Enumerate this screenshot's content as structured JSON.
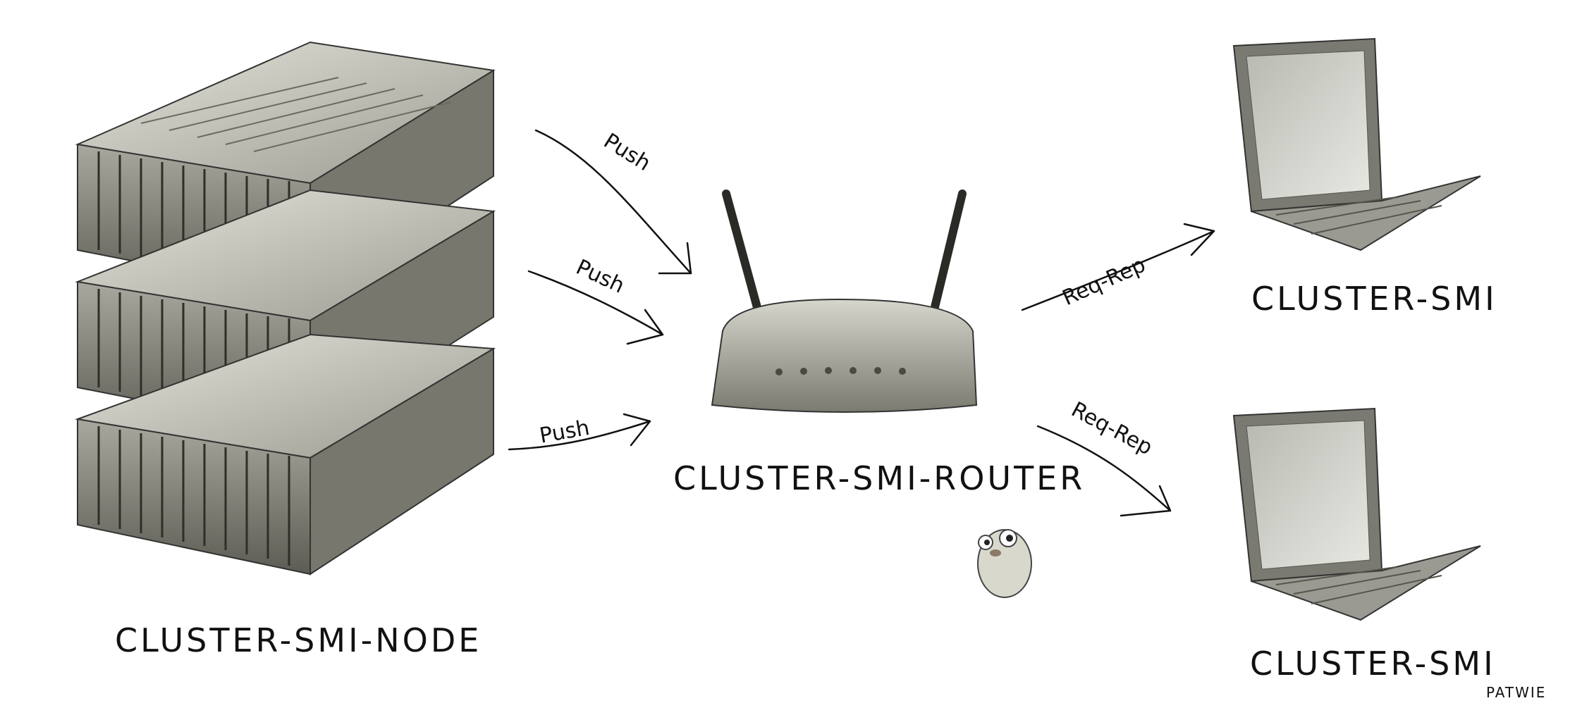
{
  "nodes": {
    "servers": {
      "label": "CLUSTER-SMI-NODE",
      "count": 3
    },
    "router": {
      "label": "CLUSTER-SMI-ROUTER"
    },
    "client_top": {
      "label": "CLUSTER-SMI"
    },
    "client_bottom": {
      "label": "CLUSTER-SMI"
    }
  },
  "edges": [
    {
      "from": "server-1",
      "to": "router",
      "label": "Push"
    },
    {
      "from": "server-2",
      "to": "router",
      "label": "Push"
    },
    {
      "from": "server-3",
      "to": "router",
      "label": "Push"
    },
    {
      "from": "router",
      "to": "client-top",
      "label": "Req-Rep"
    },
    {
      "from": "router",
      "to": "client-bottom",
      "label": "Req-Rep"
    }
  ],
  "signature": "PATWIE",
  "colors": {
    "ink": "#111111",
    "metal": "#8a8a82",
    "metal_dark": "#4a4a44",
    "metal_light": "#c8c8c0"
  }
}
